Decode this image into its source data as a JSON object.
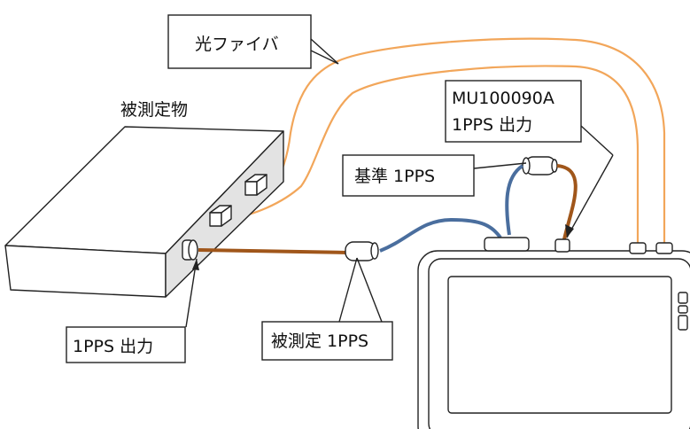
{
  "labels": {
    "fiber": "光ファイバ",
    "dut": "被測定物",
    "mu_line1": "MU100090A",
    "mu_line2": "1PPS 出力",
    "reference": "基準 1PPS",
    "dut_output": "1PPS 出力",
    "measured": "被測定 1PPS"
  },
  "colors": {
    "fiber": "#F2A65A",
    "cable_brown": "#A0561A",
    "cable_blue": "#4A6E9E",
    "outline": "#222222",
    "device_side": "#E3E3E3"
  }
}
